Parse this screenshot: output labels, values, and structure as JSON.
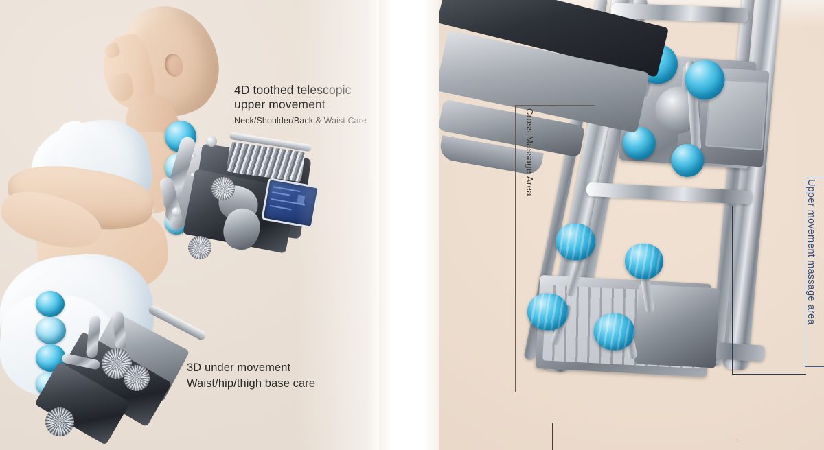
{
  "panels": {
    "left": {
      "background_color": "#eae0d6",
      "annotations": [
        {
          "id": "upper-movement",
          "title": "4D toothed telescopic",
          "title_line2": "upper movement",
          "subtitle": "Neck/Shoulder/Back & Waist Care",
          "color": "#2b2927"
        },
        {
          "id": "under-movement",
          "title": "3D under movement",
          "title_line2": "Waist/hip/thigh base care",
          "color": "#2b2927"
        }
      ]
    },
    "right": {
      "background_color": "#ecdccd",
      "annotations": [
        {
          "id": "cross-massage-area",
          "label": "Cross Massage Area",
          "color": "#3a332c",
          "orientation": "vertical"
        },
        {
          "id": "upper-movement-massage-area",
          "label": "Upper movement massage area",
          "color": "#2f4d86",
          "orientation": "vertical"
        }
      ]
    }
  },
  "colors": {
    "roller_blue": "#22a7d6",
    "accent_blue_text": "#2f4d86",
    "leader_dark": "#6b5b49",
    "metal_silver": "#9aa0a8",
    "skin": "#e9cdb4",
    "cloth": "#eef3f7"
  }
}
